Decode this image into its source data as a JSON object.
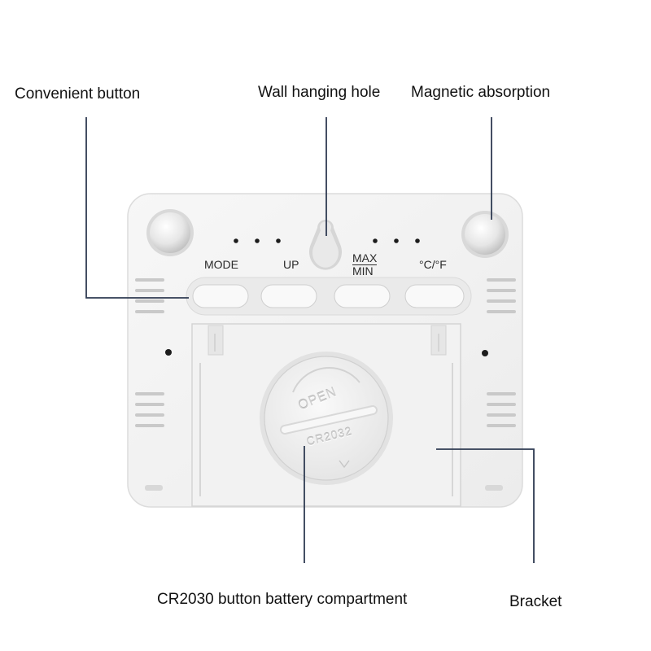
{
  "callouts": {
    "convenient_button": "Convenient button",
    "wall_hanging_hole": "Wall hanging hole",
    "magnetic_absorption": "Magnetic absorption",
    "battery_compartment": "CR2030 button battery compartment",
    "bracket": "Bracket"
  },
  "device": {
    "buttons": {
      "mode": "MODE",
      "up": "UP",
      "max": "MAX",
      "min": "MIN",
      "unit": "°C/°F"
    },
    "battery_cover": {
      "open": "OPEN",
      "model": "CR2032"
    }
  },
  "colors": {
    "body": "#f1f1f1",
    "line": "#2f3b52",
    "text": "#111111"
  }
}
